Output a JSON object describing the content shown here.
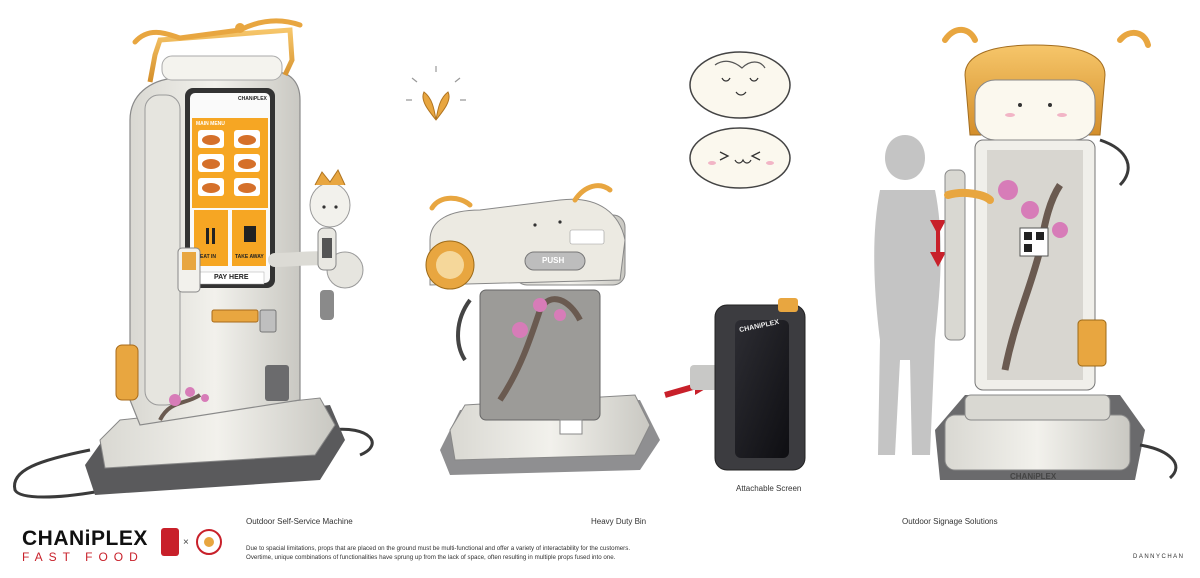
{
  "captions": {
    "kiosk": "Outdoor Self-Service Machine",
    "bin": "Heavy Duty Bin",
    "screen": "Attachable Screen",
    "signage": "Outdoor Signage Solutions"
  },
  "kiosk_screen": {
    "brand": "CHANiPLEX",
    "menu_title": "MAIN MENU",
    "eat_in": "EAT IN",
    "take_away": "TAKE AWAY",
    "pay_here": "PAY HERE"
  },
  "bin": {
    "push_label": "PUSH"
  },
  "attachable_screen": {
    "brand": "CHANiPLEX"
  },
  "signage": {
    "base_brand": "CHANiPLEX"
  },
  "logo": {
    "main": "CHANiPLEX",
    "sub": "FAST FOOD"
  },
  "footnote": {
    "line1": "Due to spacial limitations, props that are placed on the ground must be multi-functional and offer a variety of interactability for the customers.",
    "line2": "Overtime, unique combinations of functionalities have sprung up from the lack of space, often resulting in multiple props fused into one."
  },
  "signature": "DANNYCHAN",
  "colors": {
    "accent_gold": "#e8a640",
    "brand_red": "#c8202a",
    "shell": "#ecebe6",
    "metal": "#9a9a9a",
    "dark": "#3a3a3a",
    "blossom": "#d77cb8"
  }
}
